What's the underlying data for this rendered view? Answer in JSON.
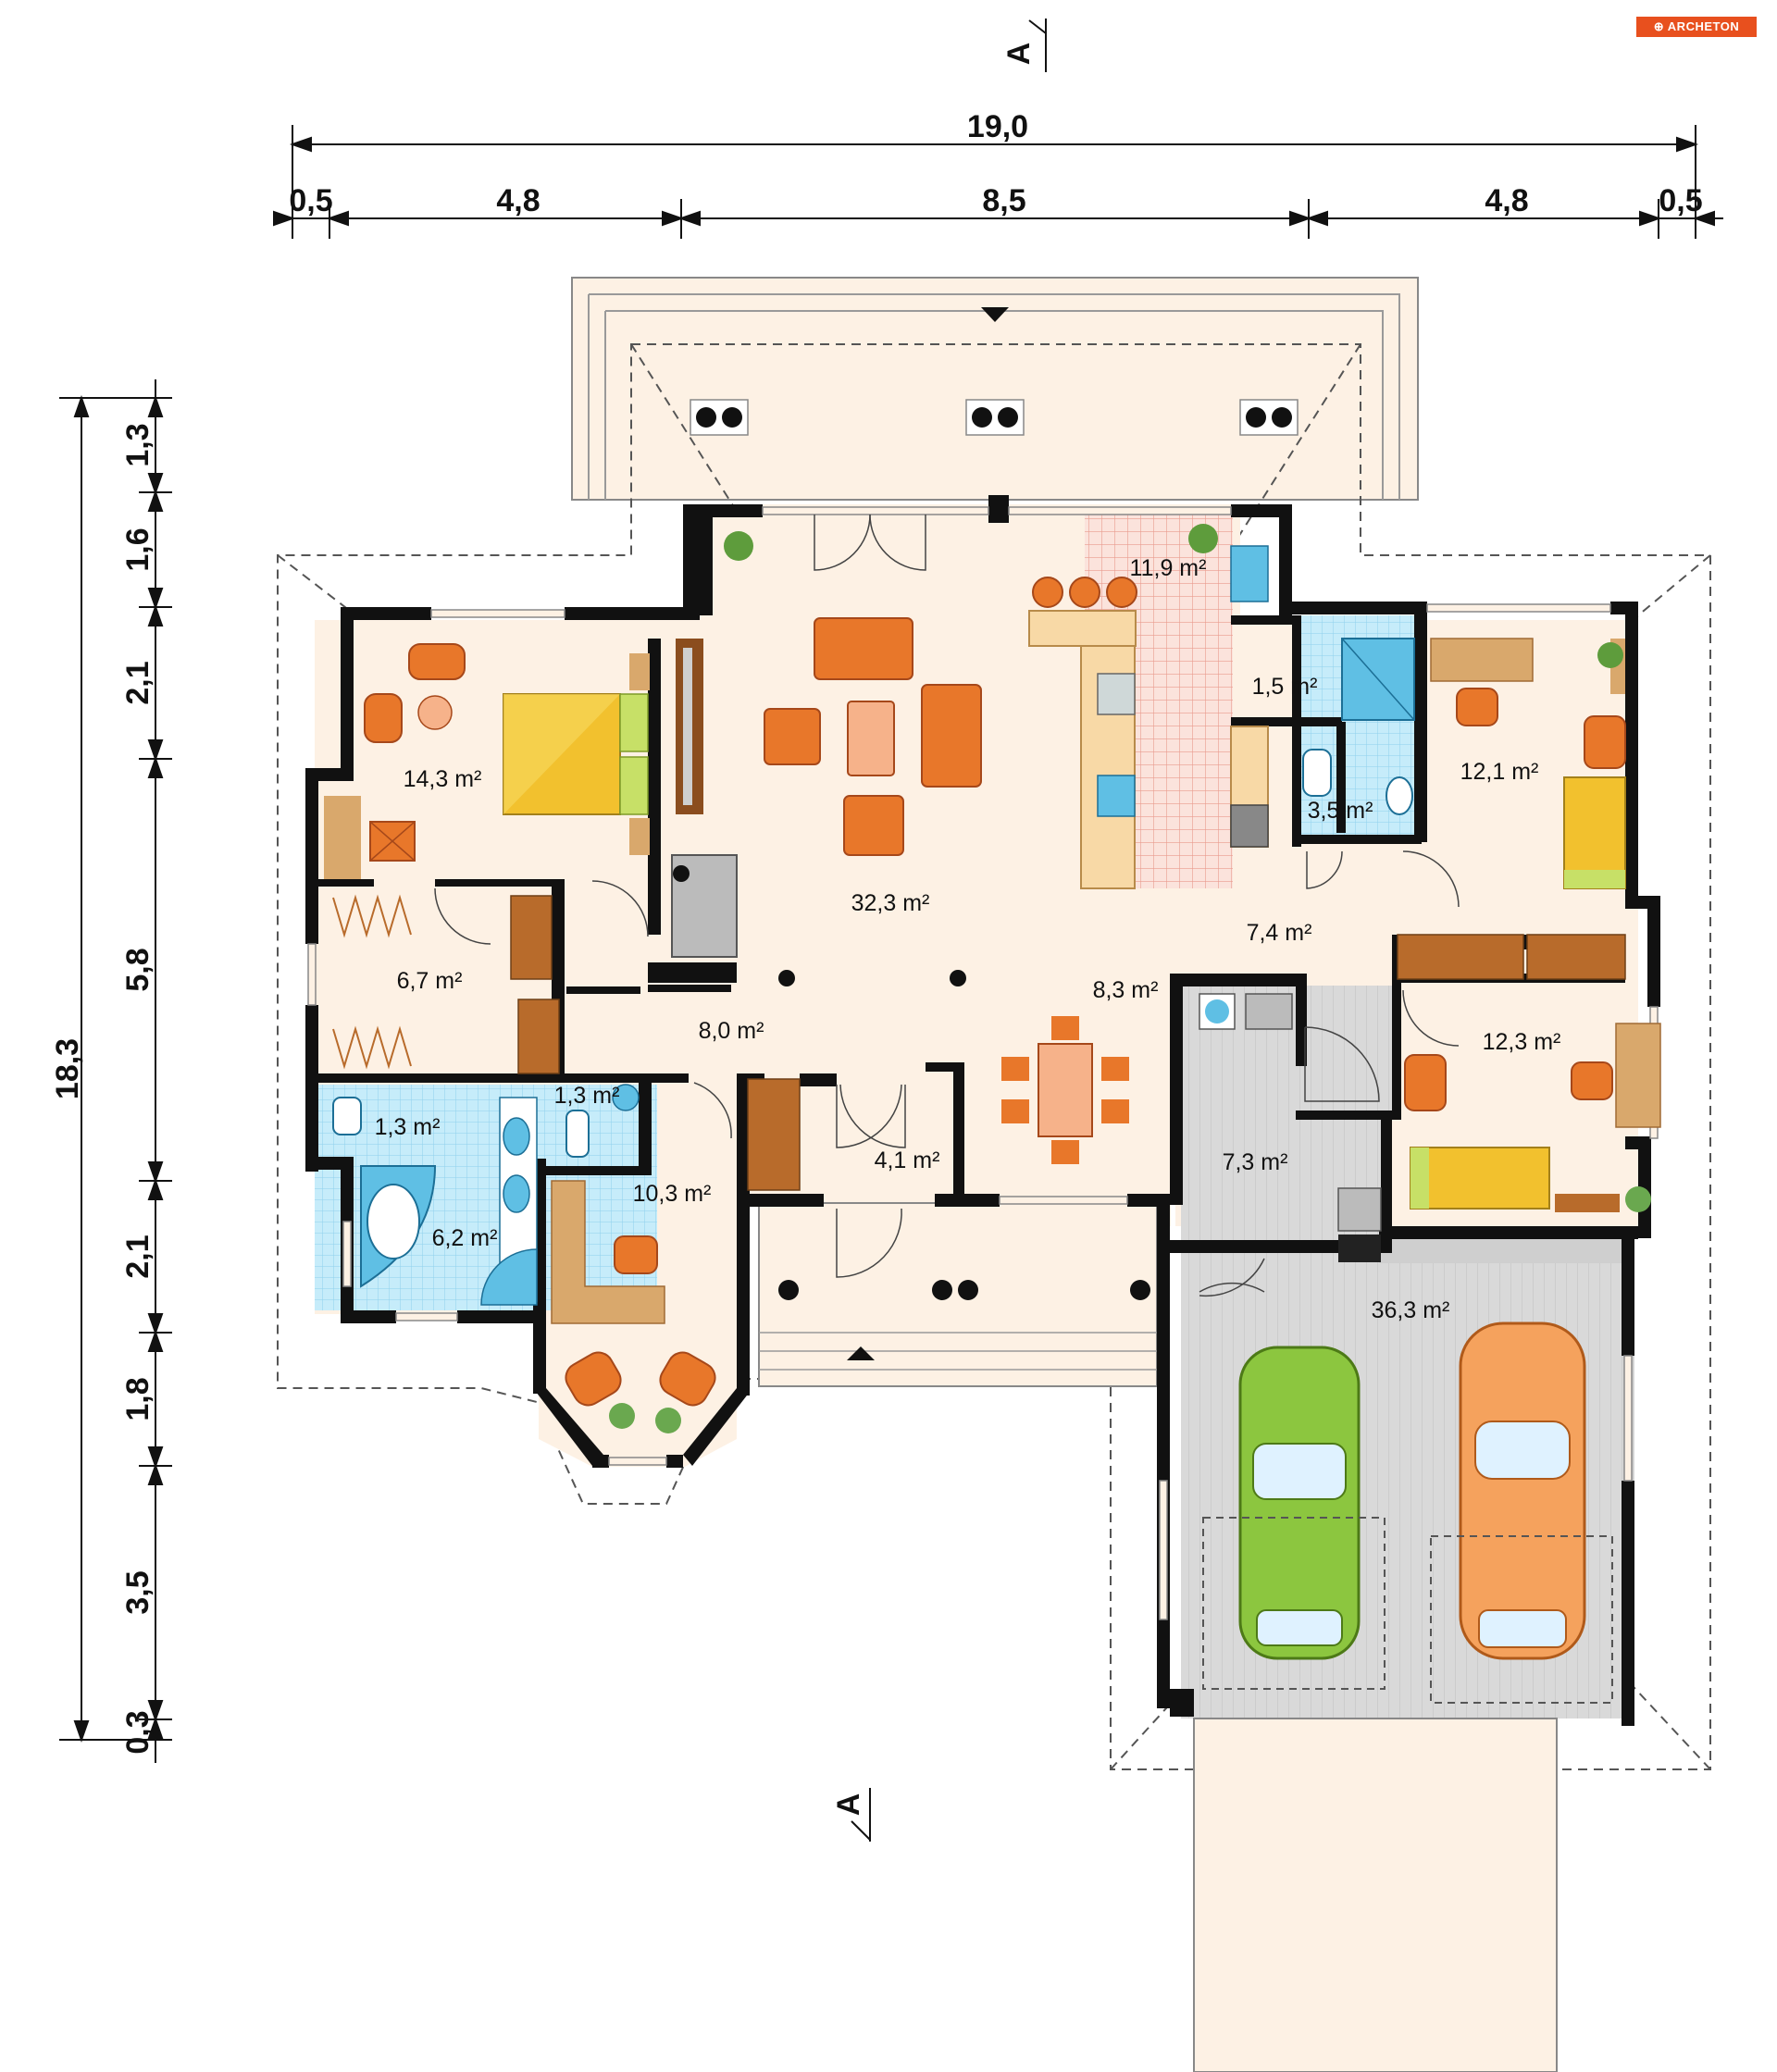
{
  "logo": {
    "text": "ARCHETON"
  },
  "section_markers": {
    "top": "A",
    "bottom": "A"
  },
  "dimensions": {
    "overall_width": "19,0",
    "top_segments": [
      "0,5",
      "4,8",
      "8,5",
      "4,8",
      "0,5"
    ],
    "overall_height": "18,3",
    "left_segments": [
      "1,3",
      "1,6",
      "2,1",
      "5,8",
      "2,1",
      "1,8",
      "3,5",
      "0,3"
    ]
  },
  "rooms": [
    {
      "id": "living",
      "label": "32,3 m²"
    },
    {
      "id": "kitchen",
      "label": "11,9 m²"
    },
    {
      "id": "pantry",
      "label": "1,5 m²"
    },
    {
      "id": "wc_right",
      "label": "3,5 m²"
    },
    {
      "id": "bedroom_master",
      "label": "14,3 m²"
    },
    {
      "id": "wardrobe",
      "label": "6,7 m²"
    },
    {
      "id": "bath_wc_left",
      "label": "1,3 m²"
    },
    {
      "id": "bath_left",
      "label": "6,2 m²"
    },
    {
      "id": "wc_mid",
      "label": "1,3 m²"
    },
    {
      "id": "hall_left",
      "label": "8,0 m²"
    },
    {
      "id": "study",
      "label": "10,3 m²"
    },
    {
      "id": "vestibule",
      "label": "4,1 m²"
    },
    {
      "id": "dining",
      "label": "8,3 m²"
    },
    {
      "id": "corridor",
      "label": "7,4 m²"
    },
    {
      "id": "bedroom_right_top",
      "label": "12,1 m²"
    },
    {
      "id": "bedroom_right_bottom",
      "label": "12,3 m²"
    },
    {
      "id": "utility",
      "label": "7,3 m²"
    },
    {
      "id": "garage",
      "label": "36,3 m²"
    }
  ],
  "colors": {
    "floor": "#fdf1e4",
    "wall": "#111111",
    "furniture_orange": "#e8772a",
    "bathroom_tile": "#bfe6f6",
    "garage_floor": "#dcdcdc",
    "car_green": "#8cc63f",
    "car_orange": "#f5a25d",
    "bed_yellow": "#f2c12e",
    "wood": "#b86b2b",
    "kitchen_tile": "#f4c6c0"
  }
}
